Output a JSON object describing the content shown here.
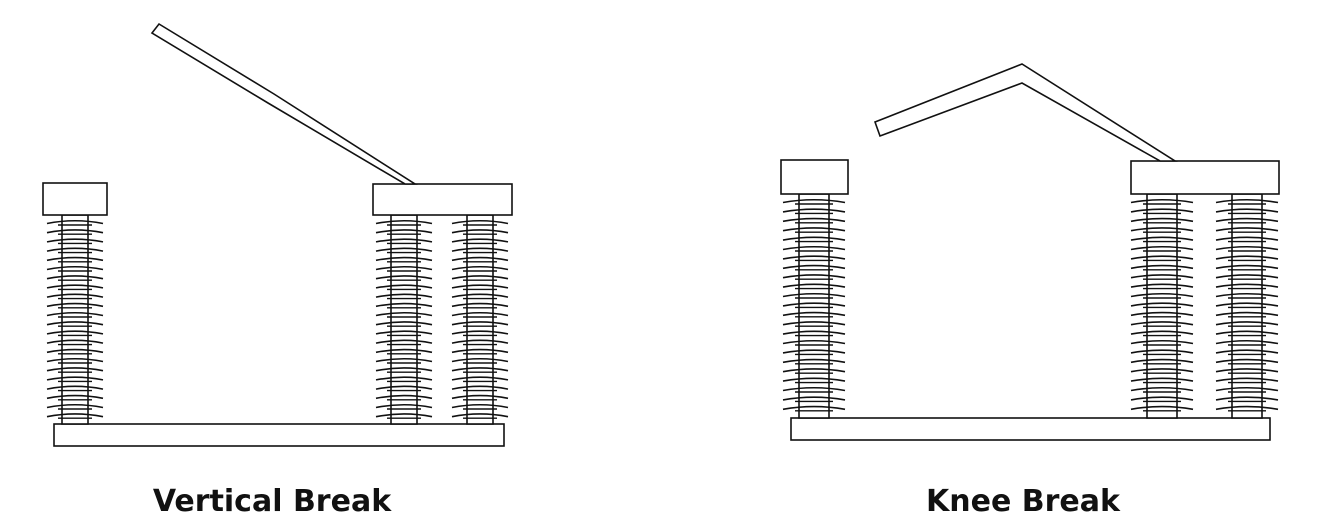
{
  "panels": [
    {
      "id": "vertical",
      "caption": "Vertical Break"
    },
    {
      "id": "knee",
      "caption": "Knee Break"
    }
  ]
}
